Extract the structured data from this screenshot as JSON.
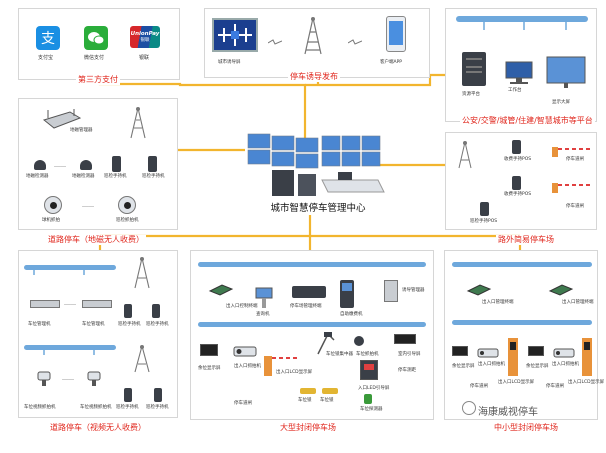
{
  "center": {
    "title": "城市智慧停车管理中心"
  },
  "panels": {
    "payment": {
      "title": "第三方支付",
      "items": [
        {
          "label": "支付宝",
          "icon": "alipay-icon",
          "color": "#1a8fe3"
        },
        {
          "label": "微信支付",
          "icon": "wechat-pay-icon",
          "color": "#2aad3a"
        },
        {
          "label": "银联",
          "icon": "unionpay-icon",
          "color": "#d6272b"
        }
      ],
      "unionpay_text": "UnionPay",
      "unionpay_sub": "银联"
    },
    "guidance": {
      "title": "停车诱导发布",
      "screen_label": "城市诱导屏",
      "app_label": "客户端APP"
    },
    "government": {
      "title": "公安/交警/城管/住建/智慧城市等平台",
      "server_label": "资源平台",
      "workstation_label": "工作台",
      "display_label": "显示大屏"
    },
    "road_magnetic": {
      "title": "道路停车（地磁无人收费）",
      "gateway_label": "地磁管理器",
      "sensor1_label": "地磁检测器",
      "sensor2_label": "地磁检测器",
      "pos_label": "巡检手持机",
      "pos2_label": "巡检手持机",
      "camera1_label": "球机抓拍",
      "camera2_label": "巡检抓拍机",
      "dots": "……"
    },
    "outdoor_simple": {
      "title": "路外简易停车场",
      "pos1_label": "收费手持POS",
      "pos2_label": "收费手持POS",
      "barrier_label": "停车道闸",
      "barrier2_label": "停车道闸",
      "pos3_label": "巡检手持POS"
    },
    "road_video": {
      "title": "道路停车（视频无人收费）",
      "nvr1_label": "车位管理机",
      "nvr2_label": "车位管理机",
      "pos1_label": "巡检手持机",
      "pos2_label": "巡检手持机",
      "cam1_label": "车位视频抓拍机",
      "cam2_label": "车位视频抓拍机",
      "pos3_label": "巡检手持机",
      "pos4_label": "巡检手持机",
      "dots": "……"
    },
    "large_lot": {
      "title": "大型封闭停车场",
      "router_label": "出入口控制终端",
      "kiosk_label": "查询机",
      "nvr_label": "停车场管理终端",
      "pay_label": "自助缴费机",
      "guide_label": "诱导管理器",
      "ent_screen_label": "余位显示屏",
      "ent_cam_label": "出入口抓拍机",
      "lcd_label": "出入口LCD显示屏",
      "barrier_label": "停车道闸",
      "lock1_label": "车位锁",
      "lock2_label": "车位锁",
      "rack_label": "车位锁集中器",
      "park_cam_label": "车位抓拍机",
      "ind_label": "室内引导屏",
      "eqp_label": "入口LED引导屏",
      "detector_label": "车位探测器",
      "guide_cam_label": "停车测距"
    },
    "small_lot": {
      "title": "中小型封闭停车场",
      "router1_label": "出入口管理终端",
      "router2_label": "出入口管理终端",
      "nvr1_label": "余位显示屏",
      "cam1_label": "出入口抓拍机",
      "lcd1_label": "出入口LCD显示屏",
      "barrier1_label": "停车道闸",
      "nvr2_label": "余位显示屏",
      "cam2_label": "出入口抓拍机",
      "lcd2_label": "出入口LCD显示屏",
      "barrier2_label": "停车道闸"
    }
  },
  "watermark": {
    "text": "海康威视停车"
  },
  "colors": {
    "wire": "#f2b52e",
    "bus": "#6ea8dc",
    "title": "#e0261c",
    "device_dark": "#3a3f47",
    "device_light": "#dfe3e8"
  }
}
